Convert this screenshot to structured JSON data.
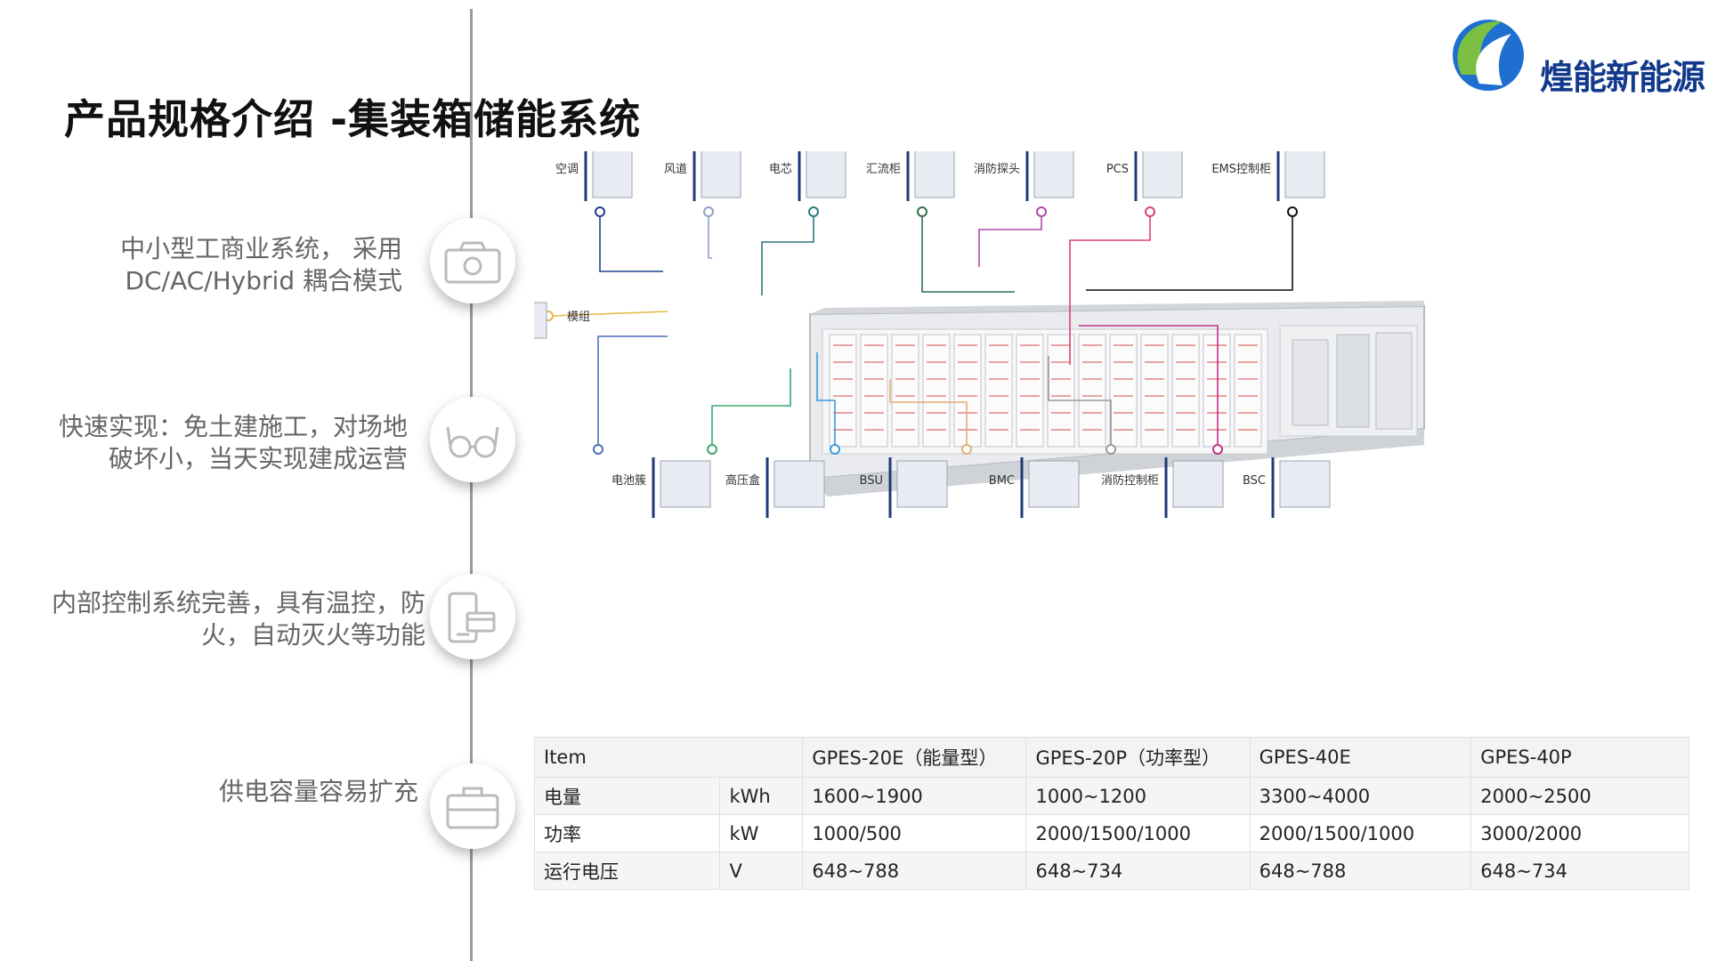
{
  "title": "产品规格介绍 -集装箱储能系统",
  "logo": {
    "text": "煌能新能源"
  },
  "features": [
    {
      "lines": [
        "中小型工商业系统， 采用",
        "DC/AC/Hybrid 耦合模式"
      ],
      "icon": "camera-icon"
    },
    {
      "lines": [
        "快速实现：免土建施工，对场地",
        "破坏小，当天实现建成运营"
      ],
      "icon": "glasses-icon"
    },
    {
      "lines": [
        "内部控制系统完善，具有温控，防",
        "火，自动灭火等功能"
      ],
      "icon": "phone-card-icon"
    },
    {
      "lines": [
        "供电容量容易扩充"
      ],
      "icon": "briefcase-icon"
    }
  ],
  "diagram": {
    "top_components": [
      "空调",
      "风道",
      "电芯",
      "汇流柜",
      "消防探头",
      "PCS",
      "EMS控制柜"
    ],
    "left_components": [
      "模组"
    ],
    "bottom_components": [
      "电池簇",
      "高压盒",
      "BSU",
      "BMC",
      "消防控制柜",
      "BSC"
    ],
    "colors": {
      "空调": "#1f3f8f",
      "风道": "#8aa0c8",
      "电芯": "#2a7a7a",
      "汇流柜": "#2f6f4f",
      "消防探头": "#b04aa8",
      "PCS": "#d8407a",
      "EMS控制柜": "#111111",
      "模组": "#e8b84a",
      "电池簇": "#4a6fb8",
      "高压盒": "#3aa870",
      "BSU": "#3a9ad8",
      "BMC": "#e0b070",
      "消防控制柜": "#9a9a9a",
      "BSC": "#c0308a"
    }
  },
  "table": {
    "header": [
      "Item",
      "GPES-20E（能量型）",
      "GPES-20P（功率型）",
      "GPES-40E",
      "GPES-40P"
    ],
    "rows": [
      {
        "item": "电量",
        "unit": "kWh",
        "values": [
          "1600~1900",
          "1000~1200",
          "3300~4000",
          "2000~2500"
        ]
      },
      {
        "item": "功率",
        "unit": "kW",
        "values": [
          "1000/500",
          "2000/1500/1000",
          "2000/1500/1000",
          "3000/2000"
        ]
      },
      {
        "item": "运行电压",
        "unit": "V",
        "values": [
          "648~788",
          "648~734",
          "648~788",
          "648~734"
        ]
      }
    ]
  }
}
